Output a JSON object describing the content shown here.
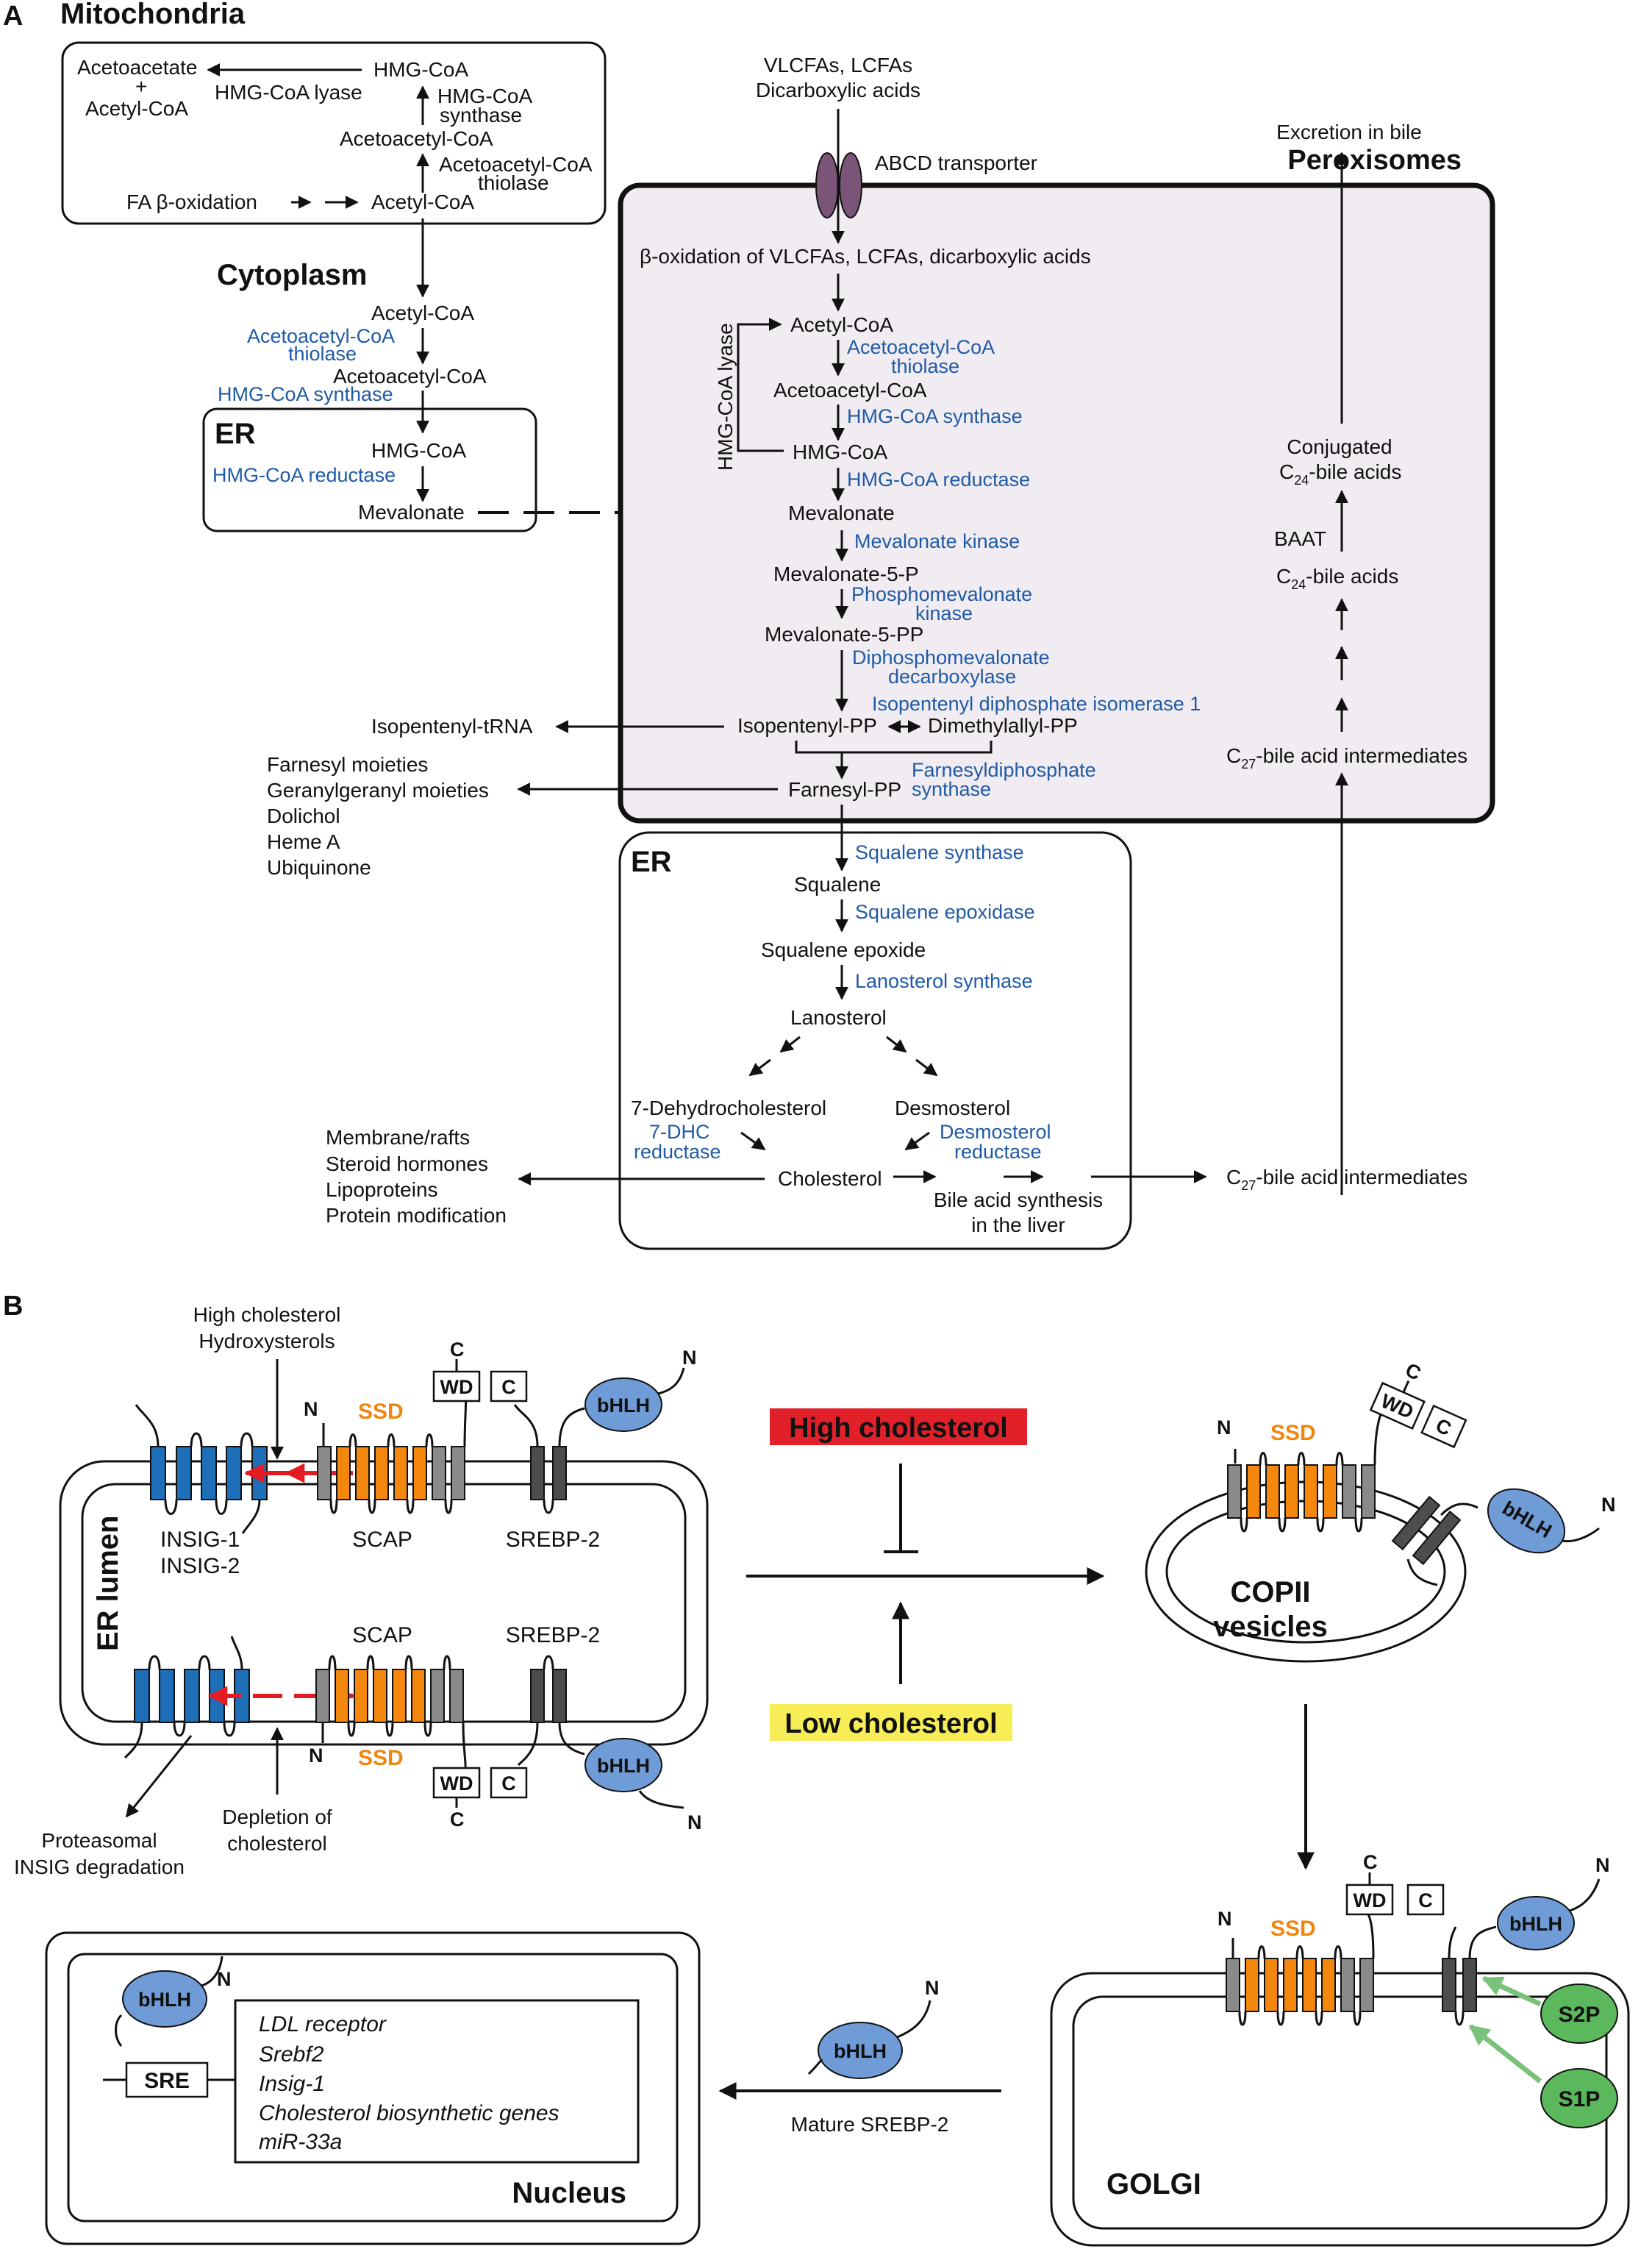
{
  "panels": {
    "a": "A",
    "b": "B"
  },
  "compartments": {
    "mitochondria": "Mitochondria",
    "cytoplasm": "Cytoplasm",
    "er": "ER",
    "peroxisomes": "Peroxisomes",
    "er_lumen": "ER lumen",
    "copii_1": "COPII",
    "copii_2": "vesicles",
    "golgi": "GOLGI",
    "nucleus": "Nucleus"
  },
  "mito": {
    "acetoacetate": "Acetoacetate",
    "plus": "+",
    "acetyl_coa_a": "Acetyl-CoA",
    "hmg_coa": "HMG-CoA",
    "hmg_coa_lyase": "HMG-CoA lyase",
    "hmg_coa_synthase_1": "HMG-CoA",
    "hmg_coa_synthase_2": "synthase",
    "acetoacetyl_coa": "Acetoacetyl-CoA",
    "thiolase_1": "Acetoacetyl-CoA",
    "thiolase_2": "thiolase",
    "fa_beta_ox": "FA β-oxidation",
    "acetyl_coa": "Acetyl-CoA"
  },
  "cyto": {
    "acetyl_coa": "Acetyl-CoA",
    "thiolase_1": "Acetoacetyl-CoA",
    "thiolase_2": "thiolase",
    "acetoacetyl_coa": "Acetoacetyl-CoA",
    "hmg_coa_synthase": "HMG-CoA synthase",
    "hmg_coa": "HMG-CoA",
    "hmg_coa_reductase": "HMG-CoA reductase",
    "mevalonate": "Mevalonate"
  },
  "perox": {
    "inputs_1": "VLCFAs, LCFAs",
    "inputs_2": "Dicarboxylic acids",
    "abcd": "ABCD transporter",
    "beta_ox": "β-oxidation of VLCFAs, LCFAs, dicarboxylic acids",
    "acetyl_coa": "Acetyl-CoA",
    "thiolase_1": "Acetoacetyl-CoA",
    "thiolase_2": "thiolase",
    "acetoacetyl_coa": "Acetoacetyl-CoA",
    "hmg_coa_synthase": "HMG-CoA synthase",
    "hmg_coa": "HMG-CoA",
    "hmg_coa_reductase": "HMG-CoA reductase",
    "hmg_coa_lyase": "HMG-CoA lyase",
    "mevalonate": "Mevalonate",
    "mevalonate_kinase": "Mevalonate kinase",
    "mevalonate_5p": "Mevalonate-5-P",
    "pmk_1": "Phosphomevalonate",
    "pmk_2": "kinase",
    "mevalonate_5pp": "Mevalonate-5-PP",
    "dmd_1": "Diphosphomevalonate",
    "dmd_2": "decarboxylase",
    "idi": "Isopentenyl diphosphate isomerase 1",
    "isopentenyl_pp": "Isopentenyl-PP",
    "dimethylallyl_pp": "Dimethylallyl-PP",
    "farnesyl_pp": "Farnesyl-PP",
    "fds_1": "Farnesyldiphosphate",
    "fds_2": "synthase"
  },
  "side": {
    "isopentenyl_trna": "Isopentenyl-tRNA",
    "farnesyl_moieties": "Farnesyl moieties",
    "geranylgeranyl": "Geranylgeranyl moieties",
    "dolichol": "Dolichol",
    "heme_a": "Heme A",
    "ubiquinone": "Ubiquinone"
  },
  "bile": {
    "excretion": "Excretion in bile",
    "conjugated": "Conjugated",
    "c24_conj": "C24-bile acids",
    "baat": "BAAT",
    "c24": "C24-bile acids",
    "c27_upper": "C27-bile acid intermediates",
    "c27_lower": "C27-bile acid intermediates"
  },
  "er2": {
    "squalene_synthase": "Squalene synthase",
    "squalene": "Squalene",
    "squalene_epoxidase": "Squalene epoxidase",
    "squalene_epoxide": "Squalene epoxide",
    "lanosterol_synthase": "Lanosterol synthase",
    "lanosterol": "Lanosterol",
    "dhc": "7-Dehydrocholesterol",
    "desmosterol": "Desmosterol",
    "dhcr7_1": "7-DHC",
    "dhcr7_2": "reductase",
    "dhcr24_1": "Desmosterol",
    "dhcr24_2": "reductase",
    "cholesterol": "Cholesterol",
    "bile_syn_1": "Bile acid synthesis",
    "bile_syn_2": "in the liver"
  },
  "uses": {
    "rafts": "Membrane/rafts",
    "steroid": "Steroid hormones",
    "lipoproteins": "Lipoproteins",
    "protein_mod": "Protein modification"
  },
  "panel_b": {
    "high_chol_1": "High cholesterol",
    "high_chol_2": "Hydroxysterols",
    "insig1": "INSIG-1",
    "insig2": "INSIG-2",
    "scap": "SCAP",
    "srebp2": "SREBP-2",
    "ssd": "SSD",
    "wd": "WD",
    "c": "C",
    "n": "N",
    "bhlh": "bHLH",
    "depletion_1": "Depletion of",
    "depletion_2": "cholesterol",
    "degr_1": "Proteasomal",
    "degr_2": "INSIG degradation",
    "high_label": "High cholesterol",
    "low_label": "Low cholesterol",
    "s2p": "S2P",
    "s1p": "S1P",
    "mature": "Mature SREBP-2",
    "sre": "SRE",
    "genes": [
      "LDL receptor",
      "Srebf2",
      "Insig-1",
      "Cholesterol biosynthetic genes",
      "miR-33a"
    ]
  },
  "colors": {
    "enzyme_text": "#1f5aa6",
    "peroxisome_fill": "#f1ecf1",
    "insig": "#1f6fb8",
    "ssd": "#f4880f",
    "bhlh": "#6f9bd6",
    "protease": "#5cb85c",
    "high_bg": "#e2202a",
    "low_bg": "#f7ee57",
    "red_arrow": "#e21c22",
    "green_arrow": "#7ac27a"
  }
}
